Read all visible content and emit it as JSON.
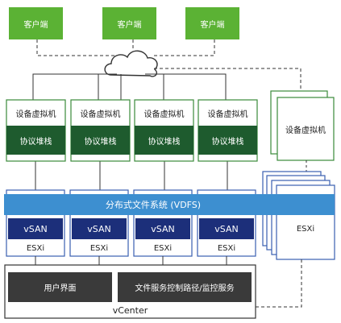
{
  "diagram": {
    "clients": [
      "客户端",
      "客户端",
      "客户端"
    ],
    "vm_title": "设备虚拟机",
    "protocol_stack": "协议堆栈",
    "dfs_bar": "分布式文件系统 (VDFS)",
    "vsan": "vSAN",
    "esxi": "ESXi",
    "standby_vm_title": "设备虚拟机",
    "standby_esxi": "ESXi",
    "user_interface": "用户界面",
    "control_path": "文件服务控制路径/监控服务",
    "vcenter": "vCenter"
  },
  "colors": {
    "client_green": "#5bb234",
    "stack_green": "#1e5b2e",
    "vm_border_green": "#3a8a3a",
    "dfs_blue": "#3d8fd0",
    "vsan_navy": "#1c2f7a",
    "vcenter_dark": "#3a3a3a"
  }
}
